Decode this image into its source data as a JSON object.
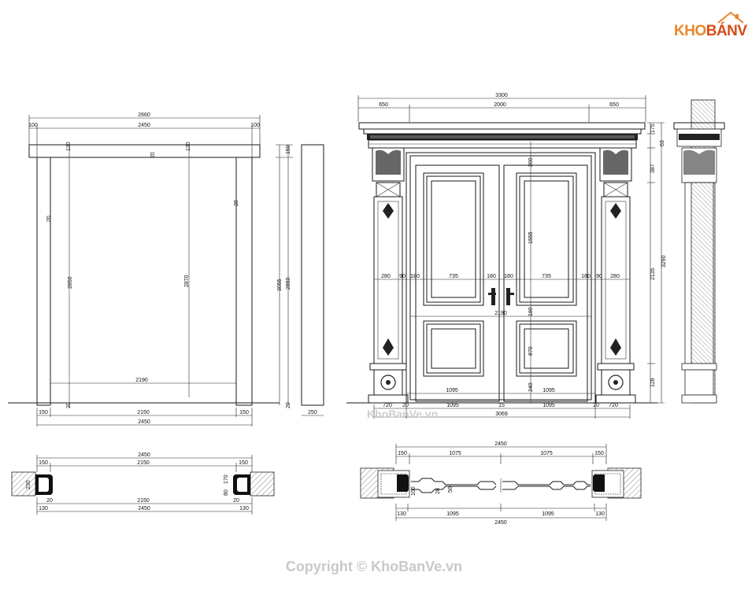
{
  "logo": {
    "text_part1": "KHO",
    "text_part2": "BÁNVẼ"
  },
  "watermark": "KhoBanVe.vn",
  "copyright": "Copyright © KhoBanVe.vn",
  "frame_elevation": {
    "top_total": "2660",
    "top_inner": "2450",
    "top_left_margin": "100",
    "top_right_margin": "100",
    "head_left": "130",
    "head_right": "130",
    "head_mid": "20",
    "side_left": "20",
    "side_right": "20",
    "height_left": "2850",
    "height_right": "2870",
    "inner_width": "2190",
    "bottom_left": "150",
    "bottom_mid": "2150",
    "bottom_right": "150",
    "bottom_total": "2450",
    "floor_mark": "20"
  },
  "frame_side": {
    "height_outer": "3055",
    "height_inner": "2850",
    "top": "150",
    "floor": "20",
    "depth": "250"
  },
  "frame_section": {
    "top_total": "2450",
    "left": "150",
    "mid": "2150",
    "right": "150",
    "bot_mid": "2150",
    "bot_total": "2450",
    "bot_left": "130",
    "bot_right": "130",
    "left_a": "20",
    "right_a": "20",
    "left_h": "230",
    "right_h1": "80",
    "right_h2": "170"
  },
  "door_elevation": {
    "total": "3300",
    "left": "650",
    "mid": "2000",
    "right": "650",
    "rail_top": "200",
    "panel_h": "1555",
    "lower_h": "870",
    "rail_mid": "180",
    "rail_bot": "240",
    "col_w": "280",
    "gap": "90",
    "stile": "180",
    "panel_w": "735",
    "inner_w": "2190",
    "leaf_left": "1095",
    "leaf_right": "1095",
    "floor_l": "20",
    "floor_r": "20",
    "stile_b": "15",
    "bottom_left": "720",
    "bottom_right": "720",
    "bottom_leaf_l": "1095",
    "bottom_leaf_r": "1095",
    "bottom_total": "3069",
    "right_h1": "175",
    "right_h2": "63",
    "right_h3": "387",
    "right_h4": "2135",
    "right_h5": "128",
    "right_total": "3290"
  },
  "door_section": {
    "top_total": "2450",
    "left": "150",
    "leaf_l": "1075",
    "leaf_r": "1075",
    "right": "150",
    "bot_left": "130",
    "bot_leaf_l": "1095",
    "bot_leaf_r": "1095",
    "bot_right": "130",
    "bot_total": "2450",
    "thick": "100",
    "rebate": "28",
    "gap": "50"
  }
}
